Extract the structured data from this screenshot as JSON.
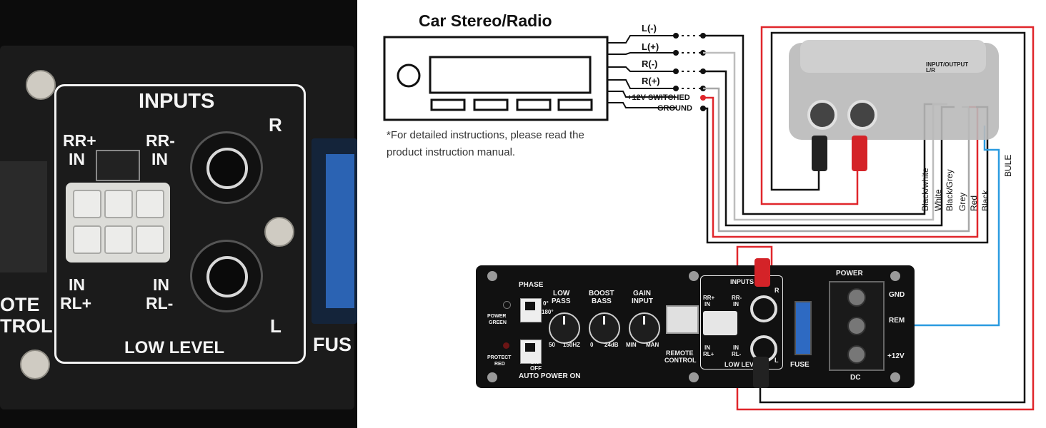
{
  "photo": {
    "inputs_title": "INPUTS",
    "rr_plus": "RR+",
    "rr_plus_in": "IN",
    "rr_minus": "RR-",
    "rr_minus_in": "IN",
    "in_rl_plus_1": "IN",
    "in_rl_plus_2": "RL+",
    "in_rl_minus_1": "IN",
    "in_rl_minus_2": "RL-",
    "r_label": "R",
    "l_label": "L",
    "low_level": "LOW LEVEL",
    "remote_1": "OTE",
    "remote_2": "TROL",
    "fuse": "FUS"
  },
  "diagram": {
    "stereo_title": "Car Stereo/Radio",
    "note": "*For detailed instructions, please read the product instruction manual.",
    "terminals": [
      "L(-)",
      "L(+)",
      "R(-)",
      "R(+)"
    ],
    "power_labels": [
      "+12V SWITCHED",
      "GROUND"
    ],
    "converter_label_1": "INPUT/OUTPUT",
    "converter_label_2": "L/R",
    "wire_labels": [
      "Black/white",
      "White",
      "Black/Grey",
      "Grey",
      "Red",
      "Black"
    ],
    "blue_wire_label": "BULE",
    "colors": {
      "red": "#e0262b",
      "blue": "#2a9be0",
      "black": "#111111",
      "grey": "#a8a8a8"
    }
  },
  "amplifier": {
    "phase": "PHASE",
    "phase_0": "0°",
    "phase_180": "180°",
    "low_pass_1": "LOW",
    "low_pass_2": "PASS",
    "low_pass_min": "50",
    "low_pass_max": "150HZ",
    "boost_1": "BOOST",
    "boost_2": "BASS",
    "boost_min": "0",
    "boost_max": "24dB",
    "gain_1": "GAIN",
    "gain_2": "INPUT",
    "gain_min": "MIN",
    "gain_max": "MAN",
    "power_led_1": "POWER",
    "power_led_2": "GREEN",
    "protect_led_1": "PROTECT",
    "protect_led_2": "RED",
    "on": "ON",
    "off": "OFF",
    "auto_power": "AUTO POWER ON",
    "remote_1": "REMOTE",
    "remote_2": "CONTROL",
    "inputs": "INPUTS",
    "rr_plus": "RR+",
    "rr_plus_in": "IN",
    "rr_minus": "RR-",
    "rr_minus_in": "IN",
    "in_1": "IN",
    "rl_plus": "RL+",
    "in_2": "IN",
    "rl_minus": "RL-",
    "r": "R",
    "l": "L",
    "low_level": "LOW LEVEL",
    "fuse": "FUSE",
    "power": "POWER",
    "dc": "DC",
    "gnd": "GND",
    "rem": "REM",
    "plus12v": "+12V"
  }
}
